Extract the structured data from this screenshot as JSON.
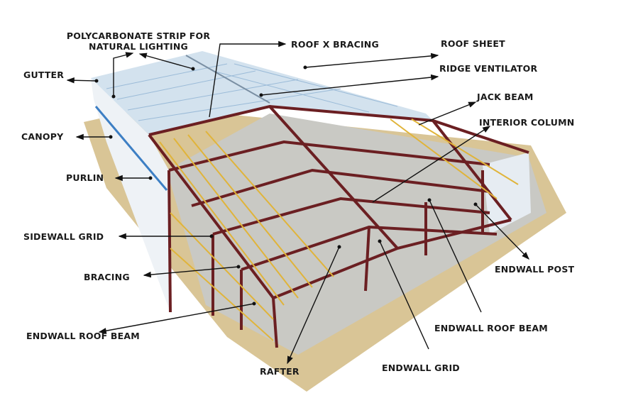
{
  "title": "Pre-engineered steel building components",
  "labels": {
    "polycarbonate_line1": "POLYCARBONATE STRIP FOR",
    "polycarbonate_line2": "NATURAL LIGHTING",
    "roof_x_bracing": "ROOF X BRACING",
    "roof_sheet": "ROOF SHEET",
    "ridge_ventilator": "RIDGE VENTILATOR",
    "gutter": "GUTTER",
    "jack_beam": "JACK BEAM",
    "interior_column": "INTERIOR COLUMN",
    "canopy": "CANOPY",
    "purlin": "PURLIN",
    "sidewall_grid": "SIDEWALL GRID",
    "endwall_post": "ENDWALL POST",
    "bracing": "BRACING",
    "endwall_roof_beam_left": "ENDWALL ROOF BEAM",
    "endwall_roof_beam_right": "ENDWALL ROOF BEAM",
    "endwall_grid": "ENDWALL GRID",
    "rafter": "RAFTER"
  },
  "colors": {
    "ground": "#d9c596",
    "roof": "#d3e2ee",
    "wall": "#eef2f6",
    "frame": "#6b1f22",
    "purlin": "#e0b43a",
    "floor": "#c9c9c4"
  }
}
